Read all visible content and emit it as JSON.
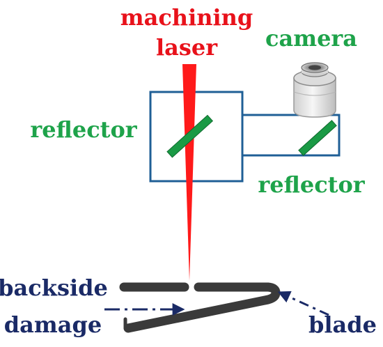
{
  "labels": {
    "laser_line1": "machining",
    "laser_line2": "laser",
    "camera": "camera",
    "reflector_left": "reflector",
    "reflector_right": "reflector",
    "backside_line1": "backside",
    "backside_line2": "damage",
    "blade": "blade"
  },
  "colors": {
    "laser": "#ff1a1a",
    "laser_label": "#e8111a",
    "reflector_label": "#1ea34a",
    "reflector_plate": "#1a9a45",
    "frame": "#1f5f96",
    "navy_label": "#1a2a66",
    "blade": "#3a3a3a",
    "camera_body": "#e9e9e9"
  },
  "icons": {
    "camera": "camera-icon",
    "reflector": "mirror-icon"
  }
}
